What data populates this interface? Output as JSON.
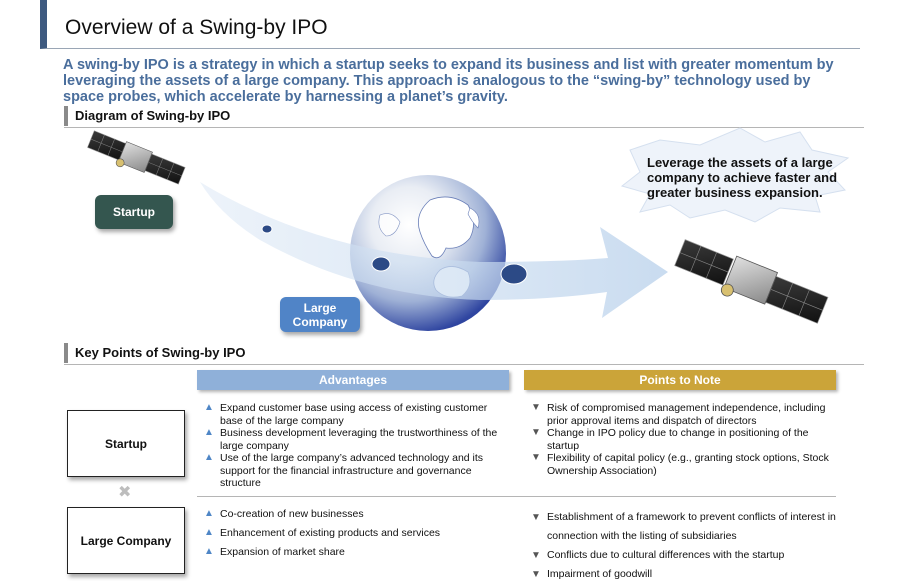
{
  "page": {
    "title": "Overview of a Swing-by IPO",
    "lead": "A swing-by IPO is a strategy in which a startup seeks to expand its business and list with greater momentum by leveraging the assets of a large company. This approach is analogous to the “swing-by” technology used by space probes, which accelerate by harnessing a planet’s gravity."
  },
  "diagram": {
    "heading": "Diagram of Swing-by IPO",
    "startup_label": "Startup",
    "large_label_line1": "Large",
    "large_label_line2": "Company",
    "burst_text": "Leverage the assets of a large company to achieve faster and greater business expansion.",
    "colors": {
      "startup": "#34564f",
      "large": "#5084c7",
      "arrow": "#c7d9ee",
      "globe": "#3b4fa6"
    },
    "icons": [
      "satellite-icon",
      "globe-icon",
      "swing-arrow-icon",
      "starburst-icon"
    ]
  },
  "keypoints": {
    "heading": "Key Points of Swing-by IPO",
    "advantages_header": "Advantages",
    "notes_header": "Points to Note",
    "times_symbol": "✖",
    "adv_marker": "▲",
    "note_marker": "▼",
    "colors": {
      "advantages": "#8fb0d9",
      "notes": "#cba439"
    },
    "rows": [
      {
        "label": "Startup",
        "advantages": [
          "Expand customer base using access of existing customer base of the large company",
          "Business development leveraging the trustworthiness of the large company",
          "Use of the large company’s advanced technology and its support for the financial infrastructure and governance structure"
        ],
        "notes": [
          "Risk of compromised management independence, including prior approval items and dispatch of directors",
          "Change in IPO policy due to change in positioning of the startup",
          "Flexibility of capital policy (e.g., granting stock options, Stock Ownership Association)"
        ]
      },
      {
        "label": "Large Company",
        "advantages": [
          "Co-creation of new businesses",
          "Enhancement of existing products and services",
          "Expansion of market share"
        ],
        "notes": [
          "Establishment of a framework to prevent conflicts of interest in connection with the listing of subsidiaries",
          "Conflicts due to cultural differences with the startup",
          "Impairment of goodwill"
        ]
      }
    ]
  }
}
